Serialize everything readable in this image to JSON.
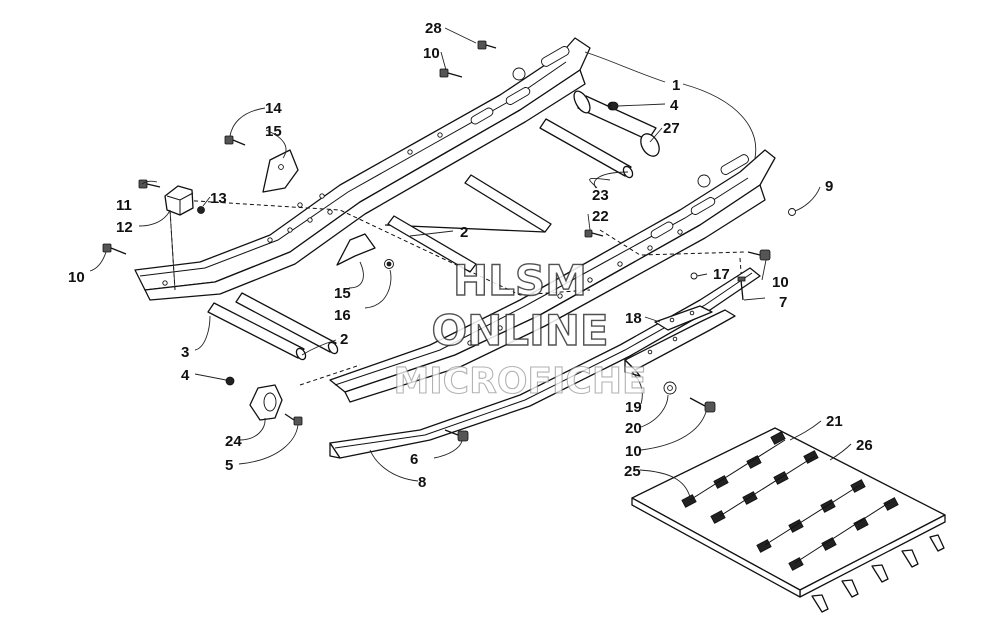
{
  "watermark": {
    "line1": "HLSM",
    "line2": "ONLINE",
    "line3": "MICROFICHE"
  },
  "callouts": [
    {
      "id": "c28",
      "label": "28"
    },
    {
      "id": "c10a",
      "label": "10"
    },
    {
      "id": "c1",
      "label": "1"
    },
    {
      "id": "c4a",
      "label": "4"
    },
    {
      "id": "c27",
      "label": "27"
    },
    {
      "id": "c14",
      "label": "14"
    },
    {
      "id": "c15a",
      "label": "15"
    },
    {
      "id": "c11",
      "label": "11"
    },
    {
      "id": "c13",
      "label": "13"
    },
    {
      "id": "c12",
      "label": "12"
    },
    {
      "id": "c9",
      "label": "9"
    },
    {
      "id": "c23",
      "label": "23"
    },
    {
      "id": "c22",
      "label": "22"
    },
    {
      "id": "c2a",
      "label": "2"
    },
    {
      "id": "c10b",
      "label": "10"
    },
    {
      "id": "c10c",
      "label": "10"
    },
    {
      "id": "c17",
      "label": "17"
    },
    {
      "id": "c7",
      "label": "7"
    },
    {
      "id": "c15b",
      "label": "15"
    },
    {
      "id": "c16",
      "label": "16"
    },
    {
      "id": "c18",
      "label": "18"
    },
    {
      "id": "c2b",
      "label": "2"
    },
    {
      "id": "c3",
      "label": "3"
    },
    {
      "id": "c4b",
      "label": "4"
    },
    {
      "id": "c19",
      "label": "19"
    },
    {
      "id": "c20",
      "label": "20"
    },
    {
      "id": "c21",
      "label": "21"
    },
    {
      "id": "c26",
      "label": "26"
    },
    {
      "id": "c24",
      "label": "24"
    },
    {
      "id": "c5",
      "label": "5"
    },
    {
      "id": "c6",
      "label": "6"
    },
    {
      "id": "c10d",
      "label": "10"
    },
    {
      "id": "c25",
      "label": "25"
    },
    {
      "id": "c8",
      "label": "8"
    }
  ]
}
